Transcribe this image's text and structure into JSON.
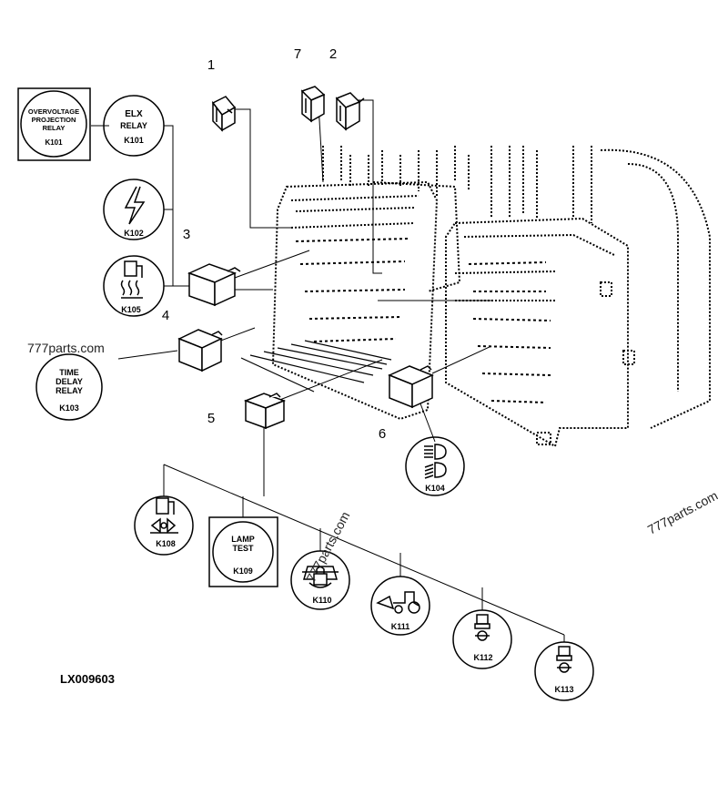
{
  "callouts": {
    "n1": "1",
    "n2": "2",
    "n3": "3",
    "n4": "4",
    "n5": "5",
    "n6": "6",
    "n7": "7"
  },
  "relays": {
    "k101_box": {
      "line1": "OVERVOLTAGE",
      "line2": "PROJECTION",
      "line3": "RELAY",
      "code": "K101"
    },
    "k101": {
      "line1": "ELX",
      "line2": "RELAY",
      "code": "K101"
    },
    "k102": {
      "code": "K102",
      "icon": "lightning-icon"
    },
    "k105": {
      "code": "K105",
      "icon": "fuel-heater-icon"
    },
    "k103": {
      "line1": "TIME",
      "line2": "DELAY",
      "line3": "RELAY",
      "code": "K103"
    },
    "k104": {
      "code": "K104",
      "icon": "headlight-icon"
    },
    "k108": {
      "code": "K108",
      "icon": "fuel-pump-icon"
    },
    "k109": {
      "line1": "LAMP",
      "line2": "TEST",
      "code": "K109"
    },
    "k110": {
      "code": "K110",
      "icon": "lock-icon"
    },
    "k111": {
      "code": "K111",
      "icon": "loader-tractor-icon"
    },
    "k112": {
      "code": "K112",
      "icon": "hydraulic-icon"
    },
    "k113": {
      "code": "K113",
      "icon": "hydraulic-icon"
    }
  },
  "watermarks": {
    "w1": "777parts.com",
    "w2": "777parts.com",
    "w3": "777parts.com"
  },
  "reference": "LX009603"
}
